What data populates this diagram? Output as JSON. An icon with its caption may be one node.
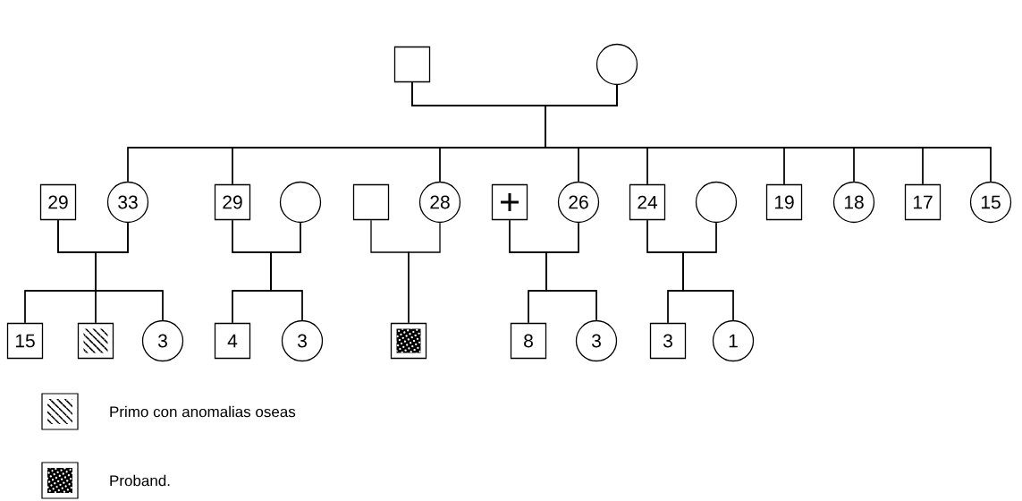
{
  "diagram": {
    "nodes": [
      {
        "text": [],
        "shape": "box"
      },
      {
        "text": [],
        "shape": "circle"
      },
      {
        "text": [
          "29"
        ]
      },
      {
        "text": [
          "33"
        ]
      },
      {
        "text": [
          "29"
        ]
      },
      {
        "text": [],
        "shape": "circle"
      },
      {
        "text": [],
        "shape": "box"
      },
      {
        "text": [
          "28"
        ]
      },
      {
        "text": [],
        "shape": "box"
      },
      {
        "text": [
          "26"
        ]
      },
      {
        "text": [
          "24"
        ]
      },
      {
        "text": [],
        "shape": "circle"
      },
      {
        "text": [
          "19"
        ]
      },
      {
        "text": [
          "18"
        ]
      },
      {
        "text": [
          "17"
        ]
      },
      {
        "text": [
          "15"
        ]
      },
      {
        "text": [
          "15"
        ]
      },
      {
        "text": [],
        "shape": "box"
      },
      {
        "text": [
          "3"
        ]
      },
      {
        "text": [
          "4"
        ]
      },
      {
        "text": [
          "3"
        ]
      },
      {
        "text": [],
        "shape": "box"
      },
      {
        "text": [
          "8"
        ]
      },
      {
        "text": [
          "3"
        ]
      },
      {
        "text": [
          "3"
        ]
      },
      {
        "text": [
          "1"
        ]
      }
    ],
    "edges": [
      {
        "from": 0,
        "to": 3,
        "arrow": "none"
      },
      {
        "from": 1,
        "to": 3,
        "arrow": "none"
      },
      {
        "from": 0,
        "to": 4,
        "arrow": "none"
      },
      {
        "from": 1,
        "to": 4,
        "arrow": "none"
      },
      {
        "from": 0,
        "to": 7,
        "arrow": "none"
      },
      {
        "from": 1,
        "to": 7,
        "arrow": "none"
      },
      {
        "from": 0,
        "to": 9,
        "arrow": "none"
      },
      {
        "from": 1,
        "to": 9,
        "arrow": "none"
      },
      {
        "from": 0,
        "to": 10,
        "arrow": "none"
      },
      {
        "from": 1,
        "to": 10,
        "arrow": "none"
      },
      {
        "from": 0,
        "to": 12,
        "arrow": "none"
      },
      {
        "from": 1,
        "to": 12,
        "arrow": "none"
      },
      {
        "from": 0,
        "to": 13,
        "arrow": "none"
      },
      {
        "from": 1,
        "to": 13,
        "arrow": "none"
      },
      {
        "from": 0,
        "to": 14,
        "arrow": "none"
      },
      {
        "from": 1,
        "to": 14,
        "arrow": "none"
      },
      {
        "from": 0,
        "to": 15,
        "arrow": "none"
      },
      {
        "from": 1,
        "to": 15,
        "arrow": "none"
      },
      {
        "from": 2,
        "to": 16,
        "arrow": "none"
      },
      {
        "from": 3,
        "to": 16,
        "arrow": "none"
      },
      {
        "from": 2,
        "to": 17,
        "arrow": "none"
      },
      {
        "from": 3,
        "to": 17,
        "arrow": "none"
      },
      {
        "from": 2,
        "to": 18,
        "arrow": "none"
      },
      {
        "from": 3,
        "to": 18,
        "arrow": "none"
      },
      {
        "from": 4,
        "to": 19,
        "arrow": "none"
      },
      {
        "from": 5,
        "to": 19,
        "arrow": "none"
      },
      {
        "from": 4,
        "to": 20,
        "arrow": "none"
      },
      {
        "from": 5,
        "to": 20,
        "arrow": "none"
      },
      {
        "from": 6,
        "to": 21,
        "arrow": "none"
      },
      {
        "from": 7,
        "to": 21,
        "arrow": "none"
      },
      {
        "from": 8,
        "to": 22,
        "arrow": "none"
      },
      {
        "from": 9,
        "to": 22,
        "arrow": "none"
      },
      {
        "from": 8,
        "to": 23,
        "arrow": "none"
      },
      {
        "from": 9,
        "to": 23,
        "arrow": "none"
      },
      {
        "from": 10,
        "to": 24,
        "arrow": "none"
      },
      {
        "from": 11,
        "to": 24,
        "arrow": "none"
      },
      {
        "from": 10,
        "to": 25,
        "arrow": "none"
      },
      {
        "from": 11,
        "to": 25,
        "arrow": "none"
      }
    ],
    "legend": [
      {
        "text": "Primo con anomalias oseas"
      },
      {
        "text": "Proband."
      }
    ]
  }
}
